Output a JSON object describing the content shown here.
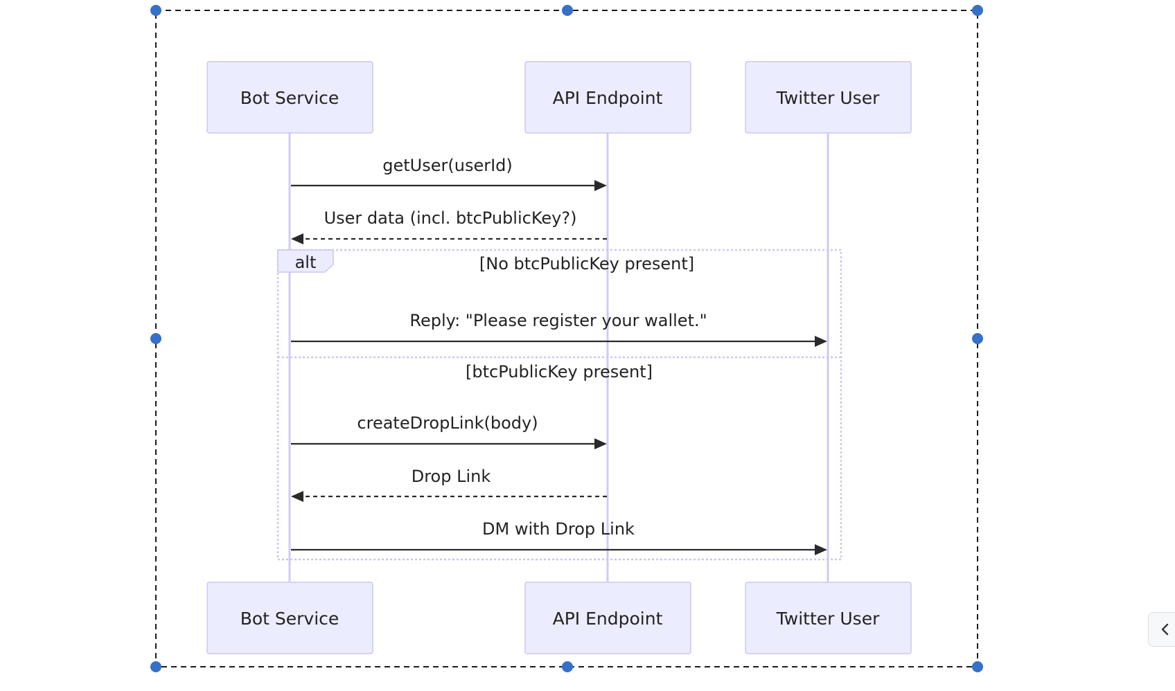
{
  "diagram": {
    "type": "sequence",
    "participants": [
      {
        "id": "bot",
        "label": "Bot Service"
      },
      {
        "id": "api",
        "label": "API Endpoint"
      },
      {
        "id": "user",
        "label": "Twitter User"
      }
    ],
    "messages": [
      {
        "from": "bot",
        "to": "api",
        "label": "getUser(userId)",
        "style": "solid"
      },
      {
        "from": "api",
        "to": "bot",
        "label": "User data (incl. btcPublicKey?)",
        "style": "dashed"
      },
      {
        "from": "bot",
        "to": "user",
        "label": "Reply: \"Please register your wallet.\"",
        "style": "solid"
      },
      {
        "from": "bot",
        "to": "api",
        "label": "createDropLink(body)",
        "style": "solid"
      },
      {
        "from": "api",
        "to": "bot",
        "label": "Drop Link",
        "style": "dashed"
      },
      {
        "from": "bot",
        "to": "user",
        "label": "DM with Drop Link",
        "style": "solid"
      }
    ],
    "alt": {
      "label": "alt",
      "condition_1": "[No btcPublicKey present]",
      "condition_2": "[btcPublicKey present]"
    }
  },
  "colors": {
    "actor_fill": "#ECECFF",
    "actor_stroke": "#CBC7F0",
    "lifeline": "#CFCBF0",
    "handle": "#3571C9"
  },
  "sidebar_toggle": {
    "icon": "chevron-left-icon"
  }
}
